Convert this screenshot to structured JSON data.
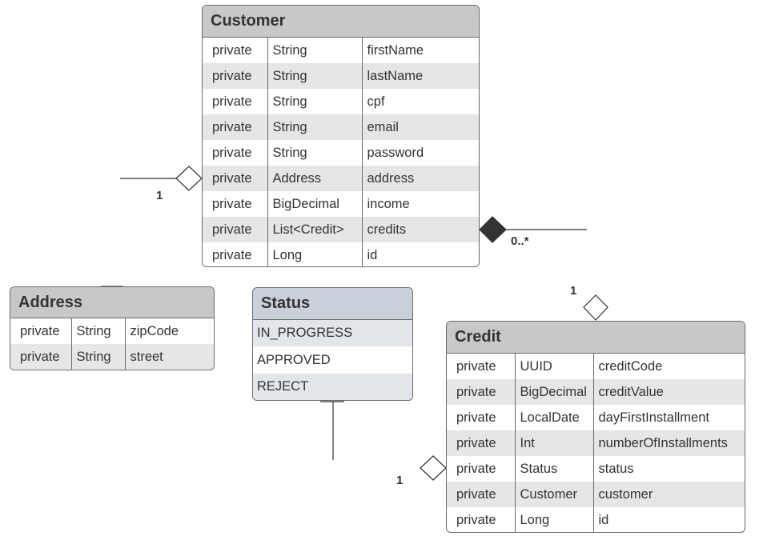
{
  "classes": {
    "customer": {
      "name": "Customer",
      "fields": [
        [
          "private",
          "String",
          "firstName"
        ],
        [
          "private",
          "String",
          "lastName"
        ],
        [
          "private",
          "String",
          "cpf"
        ],
        [
          "private",
          "String",
          "email"
        ],
        [
          "private",
          "String",
          "password"
        ],
        [
          "private",
          "Address",
          "address"
        ],
        [
          "private",
          "BigDecimal",
          "income"
        ],
        [
          "private",
          "List<Credit>",
          "credits"
        ],
        [
          "private",
          "Long",
          "id"
        ]
      ]
    },
    "address": {
      "name": "Address",
      "fields": [
        [
          "private",
          "String",
          "zipCode"
        ],
        [
          "private",
          "String",
          "street"
        ]
      ]
    },
    "credit": {
      "name": "Credit",
      "fields": [
        [
          "private",
          "UUID",
          "creditCode"
        ],
        [
          "private",
          "BigDecimal",
          "creditValue"
        ],
        [
          "private",
          "LocalDate",
          "dayFirstInstallment"
        ],
        [
          "private",
          "Int",
          "numberOfInstallments"
        ],
        [
          "private",
          "Status",
          "status"
        ],
        [
          "private",
          "Customer",
          "customer"
        ],
        [
          "private",
          "Long",
          "id"
        ]
      ]
    }
  },
  "enums": {
    "status": {
      "name": "Status",
      "values": [
        "IN_PROGRESS",
        "APPROVED",
        "REJECT"
      ]
    }
  },
  "multiplicities": {
    "customer_address": "1",
    "customer_credits": "0..*",
    "credit_customer": "1",
    "credit_status": "1"
  }
}
